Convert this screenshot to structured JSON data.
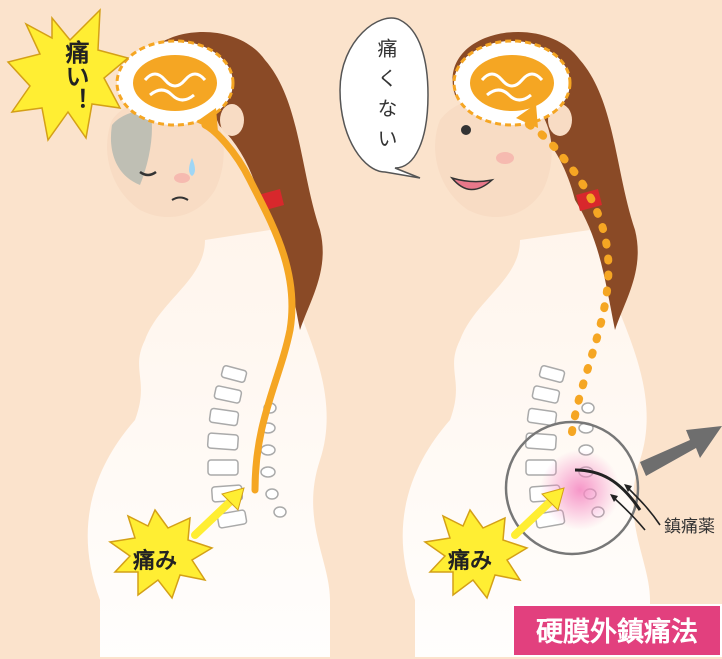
{
  "left_panel": {
    "exclaim_text": "痛い！",
    "pain_label": "痛み"
  },
  "right_panel": {
    "thought_text": "痛くない",
    "pain_label": "痛み",
    "medicine_label": "鎮痛薬"
  },
  "method_label": "硬膜外鎮痛法",
  "colors": {
    "background": "#fbe3cc",
    "nerve_signal": "#f5a623",
    "burst": "#ffee33",
    "accent_label": "#e2407e",
    "arrow_gray": "#6e6e6e"
  }
}
